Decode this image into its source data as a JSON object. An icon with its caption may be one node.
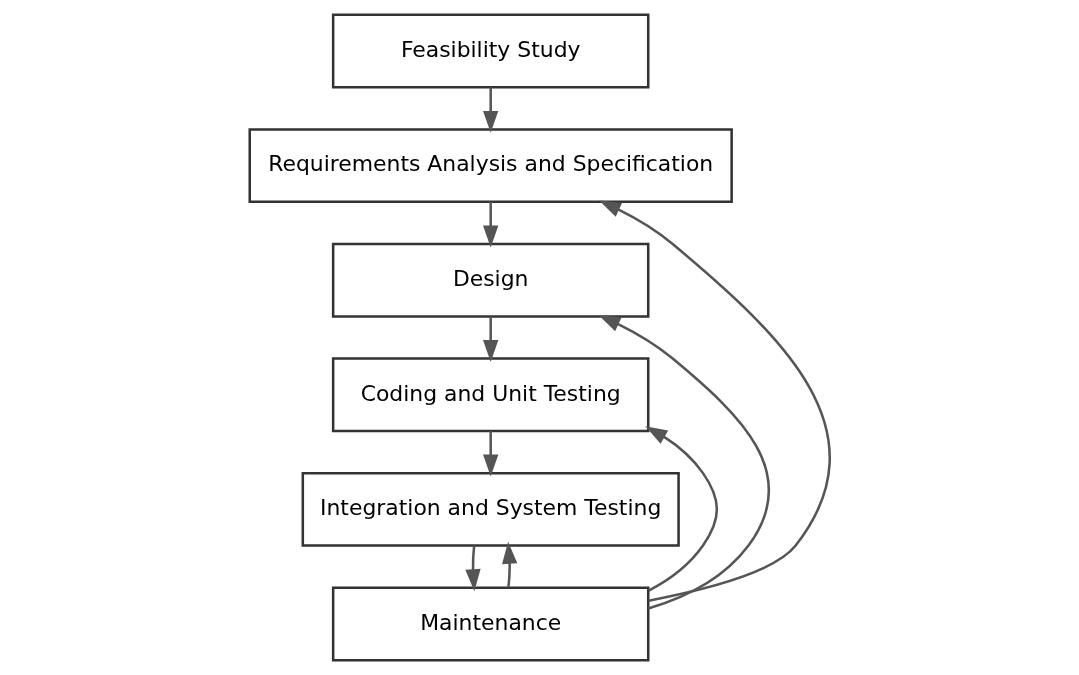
{
  "diagram": {
    "nodes": [
      {
        "text": [
          "Feasibility Study"
        ]
      },
      {
        "text": [
          "Requirements Analysis and Specification"
        ]
      },
      {
        "text": [
          "Design"
        ]
      },
      {
        "text": [
          "Coding and Unit Testing"
        ]
      },
      {
        "text": [
          "Integration and System Testing"
        ]
      },
      {
        "text": [
          "Maintenance"
        ]
      }
    ],
    "edges": [
      {
        "from": 0,
        "to": 1,
        "arrow": "to"
      },
      {
        "from": 1,
        "to": 2,
        "arrow": "to"
      },
      {
        "from": 2,
        "to": 3,
        "arrow": "to"
      },
      {
        "from": 3,
        "to": 4,
        "arrow": "to"
      },
      {
        "from": 4,
        "to": 5,
        "arrow": "to"
      },
      {
        "from": 5,
        "to": 1,
        "arrow": "to"
      },
      {
        "from": 5,
        "to": 2,
        "arrow": "to"
      },
      {
        "from": 5,
        "to": 3,
        "arrow": "to"
      },
      {
        "from": 5,
        "to": 4,
        "arrow": "to"
      }
    ]
  }
}
